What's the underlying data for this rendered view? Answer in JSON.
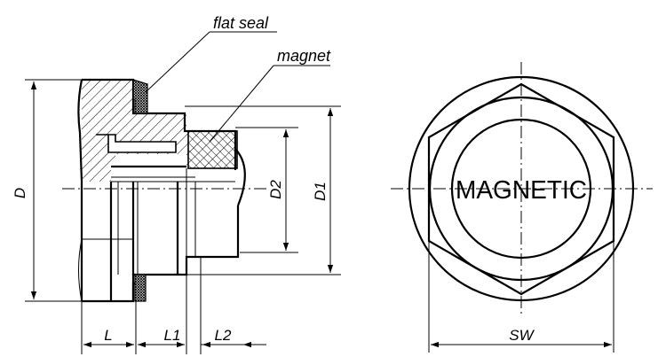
{
  "labels": {
    "flat_seal": "flat seal",
    "magnet": "magnet",
    "engraving": "MAGNETIC"
  },
  "dimensions": {
    "D": "D",
    "D1": "D1",
    "D2": "D2",
    "L": "L",
    "L1": "L1",
    "L2": "L2",
    "SW": "SW"
  }
}
